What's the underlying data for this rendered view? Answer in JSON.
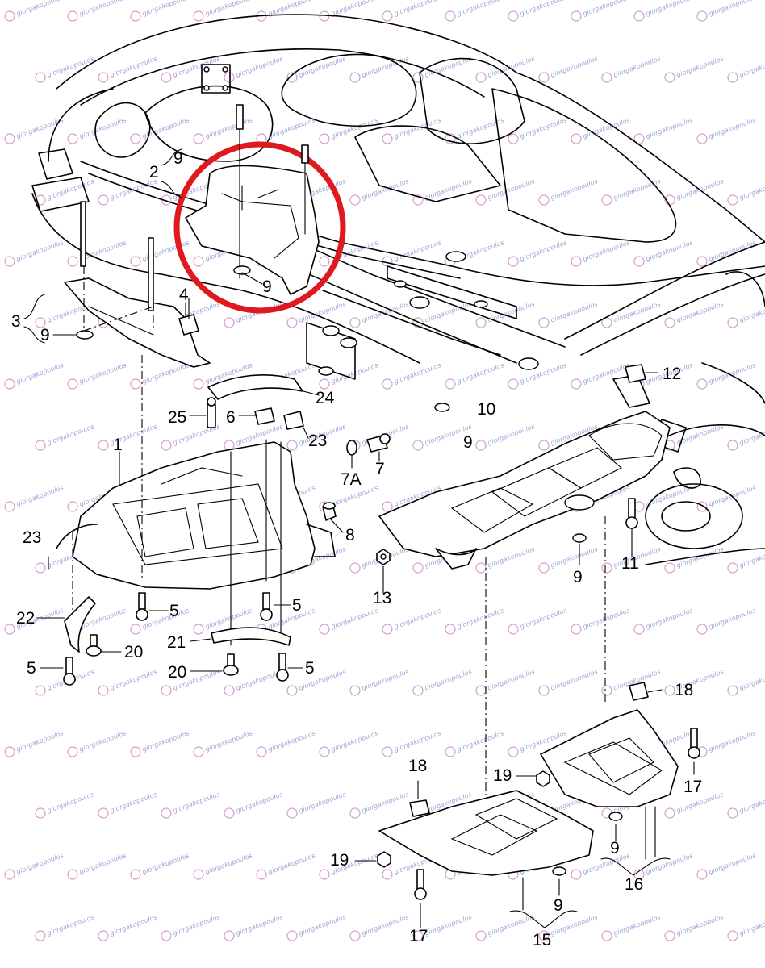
{
  "watermark": {
    "text": "giorgakopoulos",
    "color_text": "#9aa6d8",
    "color_logo": "#d8a0c8"
  },
  "highlight": {
    "color": "#e0191e",
    "part": "9"
  },
  "callouts": [
    {
      "id": "c1",
      "text": "1"
    },
    {
      "id": "c2",
      "text": "2"
    },
    {
      "id": "c2-9",
      "text": "9"
    },
    {
      "id": "c3",
      "text": "3"
    },
    {
      "id": "c3-9",
      "text": "9"
    },
    {
      "id": "c4",
      "text": "4"
    },
    {
      "id": "c5a",
      "text": "5"
    },
    {
      "id": "c5b",
      "text": "5"
    },
    {
      "id": "c5c",
      "text": "5"
    },
    {
      "id": "c5d",
      "text": "5"
    },
    {
      "id": "c6",
      "text": "6"
    },
    {
      "id": "c7",
      "text": "7"
    },
    {
      "id": "c7a",
      "text": "7A"
    },
    {
      "id": "c8",
      "text": "8"
    },
    {
      "id": "c9a",
      "text": "9"
    },
    {
      "id": "c9b",
      "text": "9"
    },
    {
      "id": "c9c",
      "text": "9"
    },
    {
      "id": "c9d",
      "text": "9"
    },
    {
      "id": "c9e",
      "text": "9"
    },
    {
      "id": "c10",
      "text": "10"
    },
    {
      "id": "c11",
      "text": "11"
    },
    {
      "id": "c12",
      "text": "12"
    },
    {
      "id": "c13",
      "text": "13"
    },
    {
      "id": "c15",
      "text": "15"
    },
    {
      "id": "c16",
      "text": "16"
    },
    {
      "id": "c17a",
      "text": "17"
    },
    {
      "id": "c17b",
      "text": "17"
    },
    {
      "id": "c18a",
      "text": "18"
    },
    {
      "id": "c18b",
      "text": "18"
    },
    {
      "id": "c19a",
      "text": "19"
    },
    {
      "id": "c19b",
      "text": "19"
    },
    {
      "id": "c20a",
      "text": "20"
    },
    {
      "id": "c20b",
      "text": "20"
    },
    {
      "id": "c21",
      "text": "21"
    },
    {
      "id": "c22",
      "text": "22"
    },
    {
      "id": "c23a",
      "text": "23"
    },
    {
      "id": "c23b",
      "text": "23"
    },
    {
      "id": "c24",
      "text": "24"
    },
    {
      "id": "c25",
      "text": "25"
    }
  ]
}
